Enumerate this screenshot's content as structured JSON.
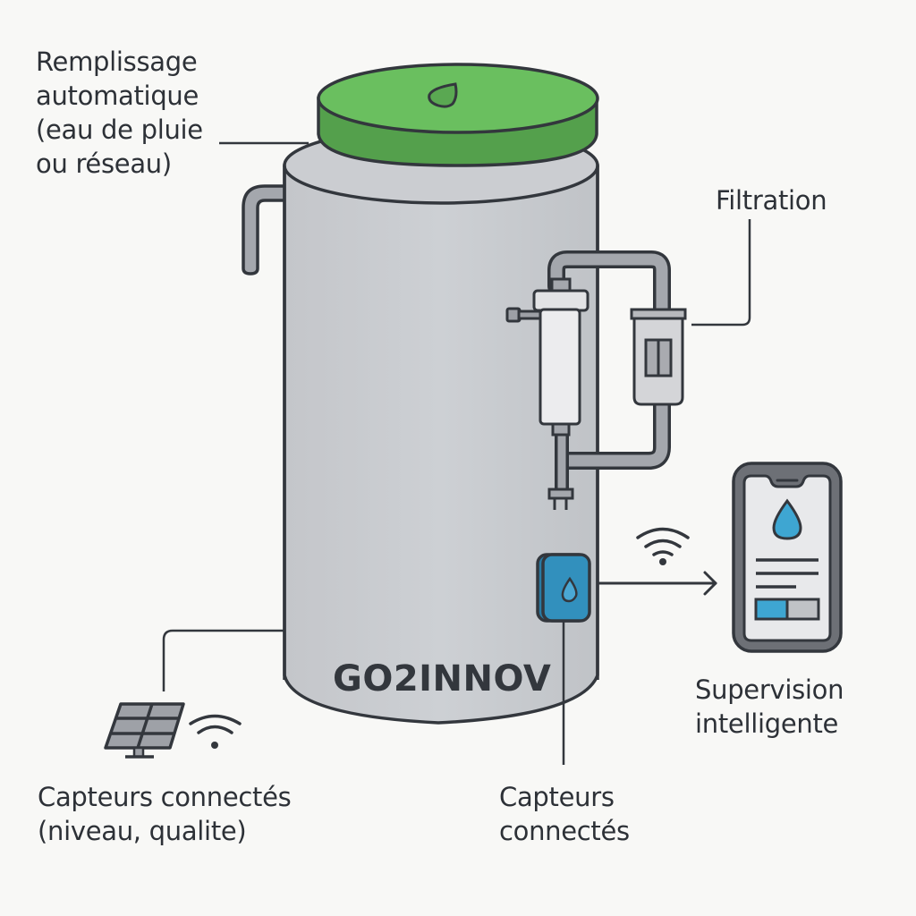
{
  "brand": "GO2INNOV",
  "labels": {
    "filling": {
      "title_line1": "Remplissage",
      "title_line2": "automatique",
      "sub_line1": "(eau de pluie",
      "sub_line2": "ou réseau)"
    },
    "filtration": {
      "title": "Filtration"
    },
    "supervision": {
      "line1": "Supervision",
      "line2": "intelligente"
    },
    "sensors_left": {
      "title": "Capteurs connectés",
      "sub": "(niveau, qualite)"
    },
    "sensors_right": {
      "line1": "Capteurs",
      "line2": "connectés"
    }
  },
  "icons": [
    "water-drop-icon",
    "solar-panel-icon",
    "wifi-icon",
    "smartphone-icon",
    "sensor-icon",
    "filter-icon",
    "arrow-right-icon"
  ],
  "colors": {
    "lid_green": "#6abf5f",
    "lid_green_dark": "#54a04c",
    "tank_gray": "#c9cbcf",
    "outline": "#33373d",
    "accent_blue": "#3b9fcb",
    "sensor_blue": "#2f86b0",
    "background": "#f8f8f6"
  },
  "phone_screen": {
    "progress_fraction": 0.5
  }
}
